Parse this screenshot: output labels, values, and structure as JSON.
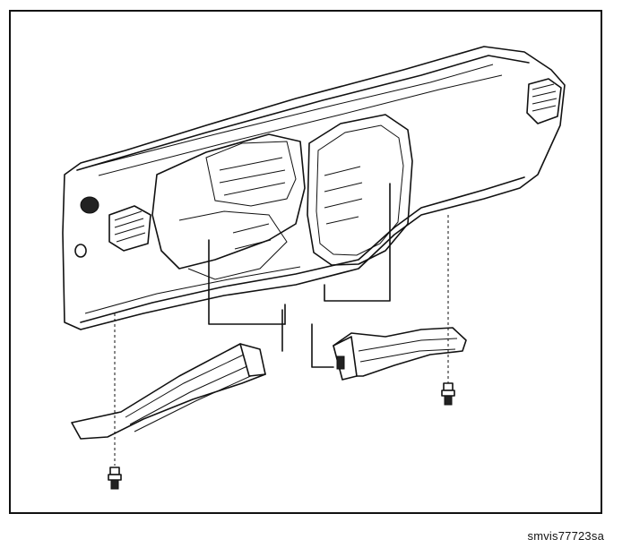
{
  "figure_id": "smvis77723sa",
  "colors": {
    "line": "#111111",
    "background": "#ffffff"
  },
  "parts": [
    {
      "name": "instrument-panel-assembly",
      "icon": "dashboard-drawing"
    },
    {
      "name": "left-lower-duct",
      "icon": "duct-drawing"
    },
    {
      "name": "right-lower-duct",
      "icon": "duct-drawing"
    },
    {
      "name": "left-fastener",
      "icon": "screw-clip-drawing"
    },
    {
      "name": "right-fastener",
      "icon": "screw-clip-drawing"
    }
  ]
}
